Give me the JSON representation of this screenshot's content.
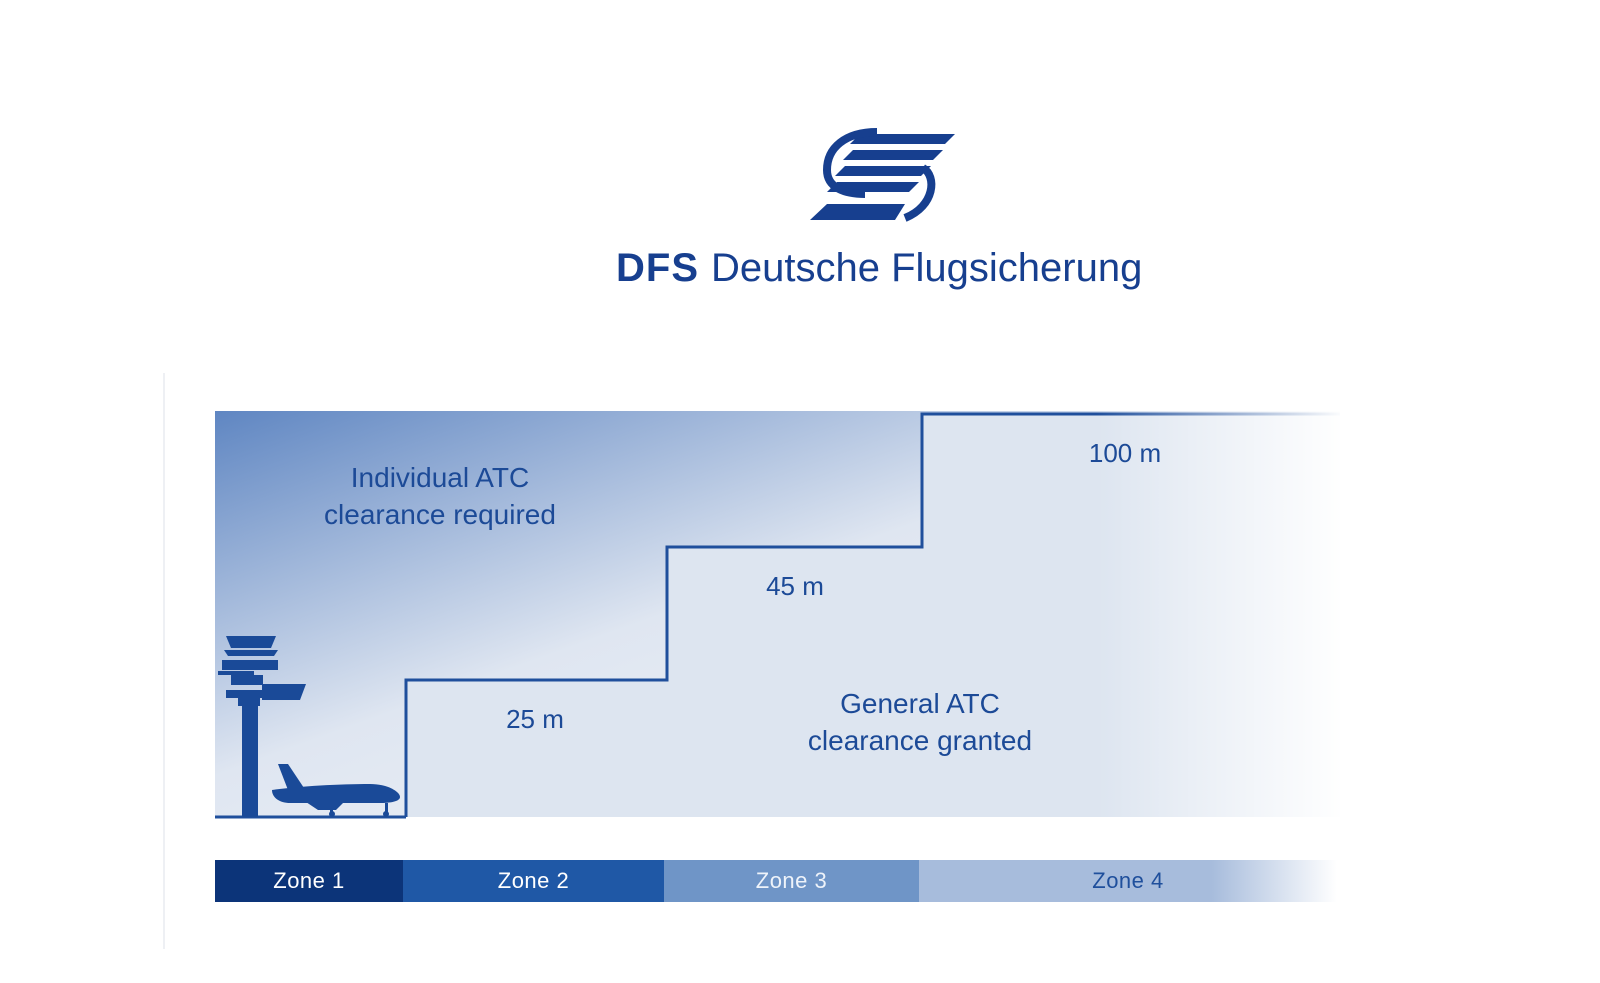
{
  "logo": {
    "abbreviation": "DFS",
    "name": "Deutsche Flugsicherung",
    "brand_color": "#173f8f"
  },
  "diagram": {
    "restricted_area_label_line1": "Individual ATC",
    "restricted_area_label_line2": "clearance required",
    "general_area_label_line1": "General ATC",
    "general_area_label_line2": "clearance granted",
    "icons": [
      "control-tower-icon",
      "airplane-icon"
    ],
    "colors": {
      "line": "#1f4f9c",
      "sky_top": "#5f86c2",
      "ground_fill": "#dde5f0"
    }
  },
  "steps": [
    {
      "zone": "Zone 1",
      "height_m": 0,
      "label": ""
    },
    {
      "zone": "Zone 2",
      "height_m": 25,
      "label": "25 m"
    },
    {
      "zone": "Zone 3",
      "height_m": 45,
      "label": "45 m"
    },
    {
      "zone": "Zone 4",
      "height_m": 100,
      "label": "100 m"
    }
  ],
  "zones": [
    {
      "label": "Zone 1",
      "color": "#0c3479"
    },
    {
      "label": "Zone 2",
      "color": "#1f58a6"
    },
    {
      "label": "Zone 3",
      "color": "#6f95c7"
    },
    {
      "label": "Zone 4",
      "color": "#a7bcdc"
    }
  ]
}
